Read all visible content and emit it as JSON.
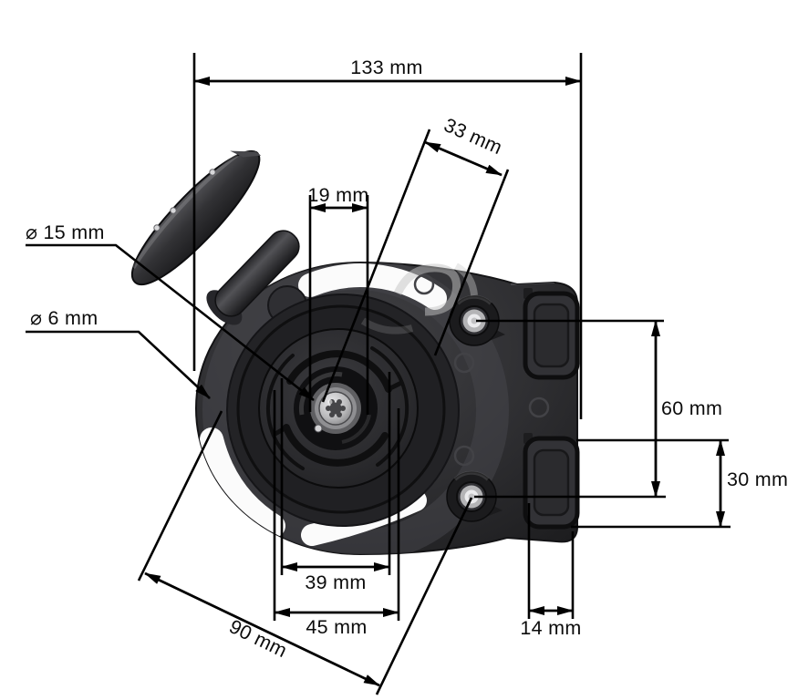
{
  "dims": {
    "d133": "133 mm",
    "d33": "33 mm",
    "d19": "19 mm",
    "d15": "⌀ 15 mm",
    "d6": "⌀ 6 mm",
    "d60": "60 mm",
    "d30": "30 mm",
    "d39": "39 mm",
    "d45": "45 mm",
    "d14": "14 mm",
    "d90": "90 mm"
  },
  "colors": {
    "background": "#ffffff",
    "dimension_lines": "#000000",
    "part_dark": "#242427",
    "part_mid": "#333336",
    "metal": "#b9b9bb"
  }
}
